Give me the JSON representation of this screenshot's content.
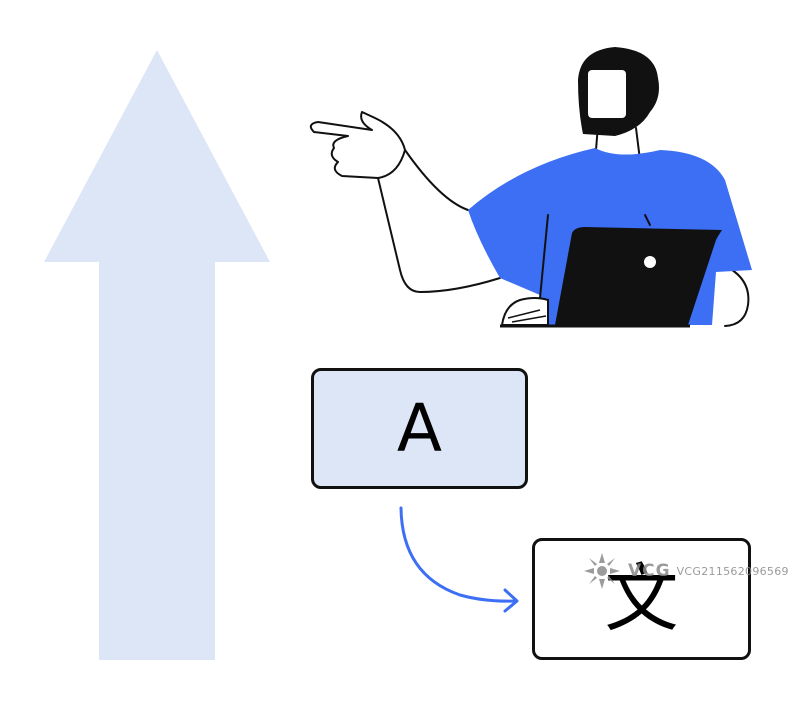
{
  "cards": {
    "source_letter": "A",
    "target_character": "文"
  },
  "watermark": {
    "brand": "VCG",
    "id": "VCG211562096569"
  },
  "colors": {
    "arrow_fill": "#dde6f7",
    "shirt": "#3d6ff5",
    "translate_arrow": "#3d6ff5",
    "card_source_fill": "#dde6f7",
    "outline": "#111111"
  },
  "icons": {
    "up_arrow": "up-arrow-icon",
    "person": "person-with-laptop",
    "curved_arrow": "curved-arrow-icon"
  }
}
